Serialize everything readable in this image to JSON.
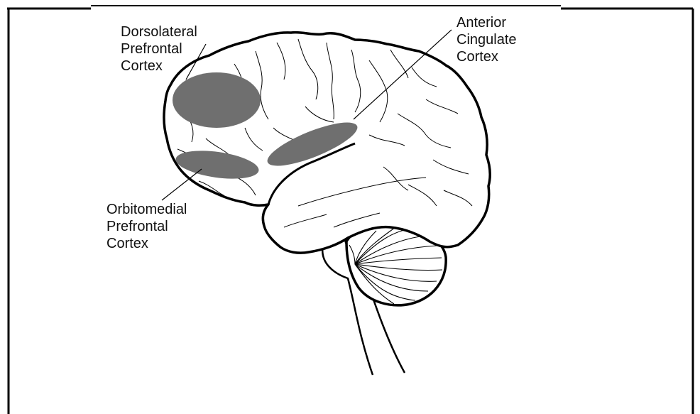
{
  "labels": {
    "dlpfc": [
      "Dorsolateral",
      "Prefrontal",
      "Cortex"
    ],
    "acc": [
      "Anterior",
      "Cingulate",
      "Cortex"
    ],
    "ofc": [
      "Orbitomedial",
      "Prefrontal",
      "Cortex"
    ]
  },
  "colors": {
    "region_fill": "#6f6f6f",
    "outline": "#000000",
    "background": "#ffffff"
  }
}
